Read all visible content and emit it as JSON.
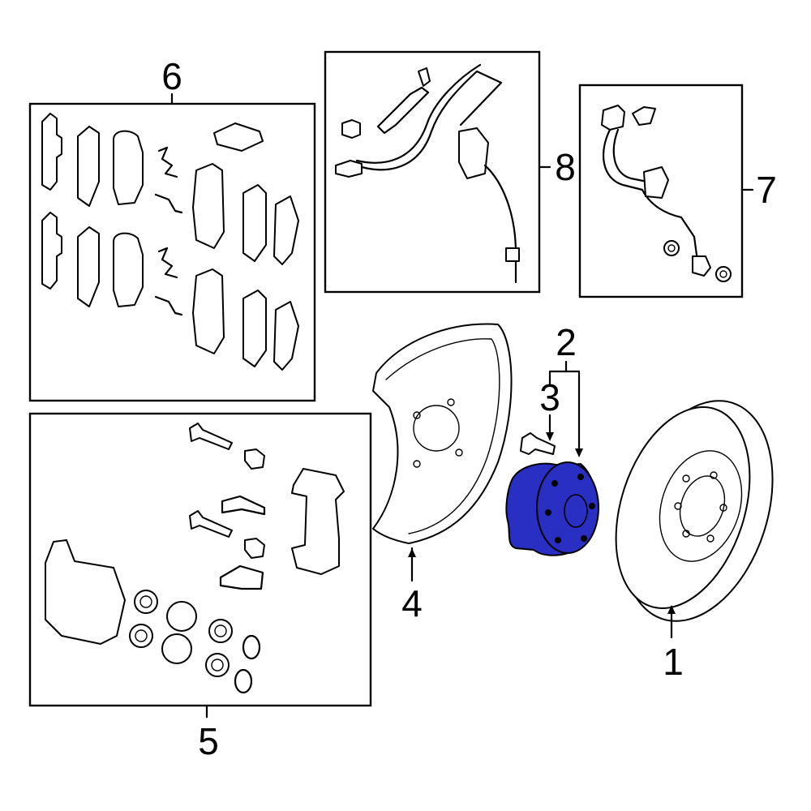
{
  "diagram": {
    "callouts": {
      "c1": "1",
      "c2": "2",
      "c3": "3",
      "c4": "4",
      "c5": "5",
      "c6": "6",
      "c7": "7",
      "c8": "8"
    },
    "colors": {
      "line": "#000000",
      "highlight": "#2a2fc4",
      "background": "#ffffff"
    },
    "highlighted_part": "2"
  }
}
